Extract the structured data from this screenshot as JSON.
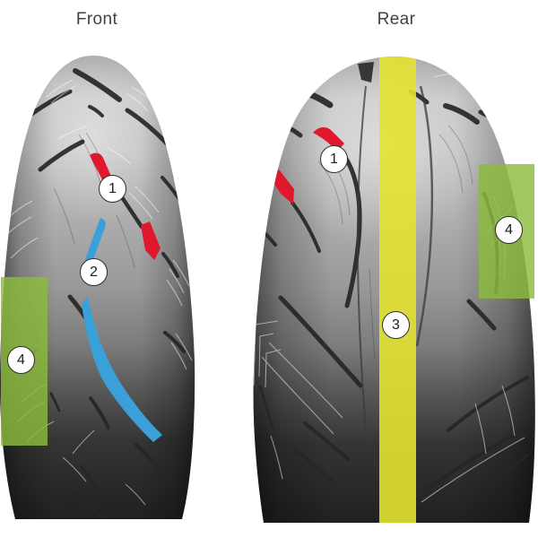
{
  "labels": {
    "front": "Front",
    "rear": "Rear"
  },
  "callouts": {
    "front_groove_1": "1",
    "front_groove_2": "2",
    "front_shoulder_4": "4",
    "rear_groove_1": "1",
    "rear_center_3": "3",
    "rear_shoulder_4": "4"
  },
  "colors": {
    "label_text": "#414141",
    "grip_red": "#e0182d",
    "grip_blue": "#3ba0d9",
    "center_yellow": "#e2e232",
    "zone_green": "#8cbc3c",
    "callout_border": "#2e2e2e"
  }
}
